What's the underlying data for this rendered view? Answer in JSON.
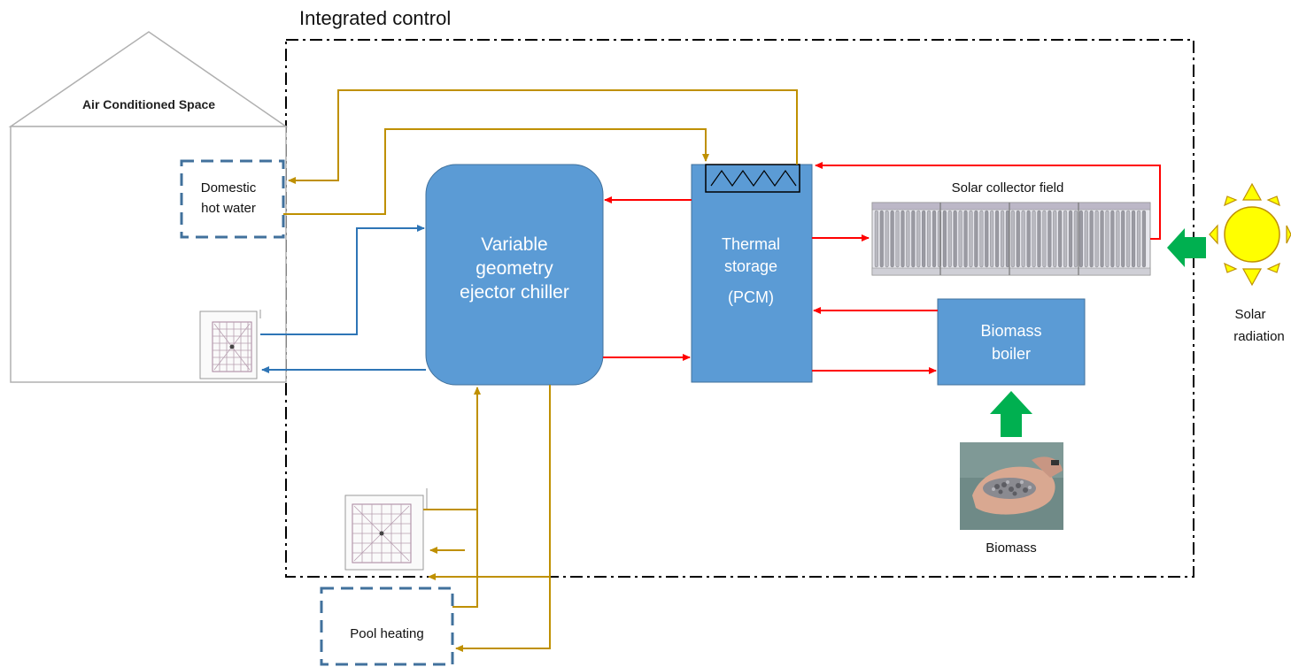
{
  "title": "Integrated control",
  "building": {
    "label": "Air Conditioned Space"
  },
  "dhw": {
    "line1": "Domestic",
    "line2": "hot water"
  },
  "chiller": {
    "line1": "Variable",
    "line2": "geometry",
    "line3": "ejector chiller"
  },
  "storage": {
    "line1": "Thermal",
    "line2": "storage",
    "line3": "(PCM)"
  },
  "collector": {
    "label": "Solar collector field"
  },
  "boiler": {
    "line1": "Biomass",
    "line2": "boiler"
  },
  "biomass": {
    "label": "Biomass"
  },
  "solar": {
    "line1": "Solar",
    "line2": "radiation"
  },
  "pool": {
    "label": "Pool heating"
  },
  "colors": {
    "blue_box": "#5b9bd5",
    "blue_box_border": "#41719c",
    "hot_line": "#ff0000",
    "cold_line": "#2e75b6",
    "water_line": "#bf9000",
    "green_arrow": "#00b050",
    "sun": "#ffff00",
    "dashed_box": "#41719c"
  }
}
